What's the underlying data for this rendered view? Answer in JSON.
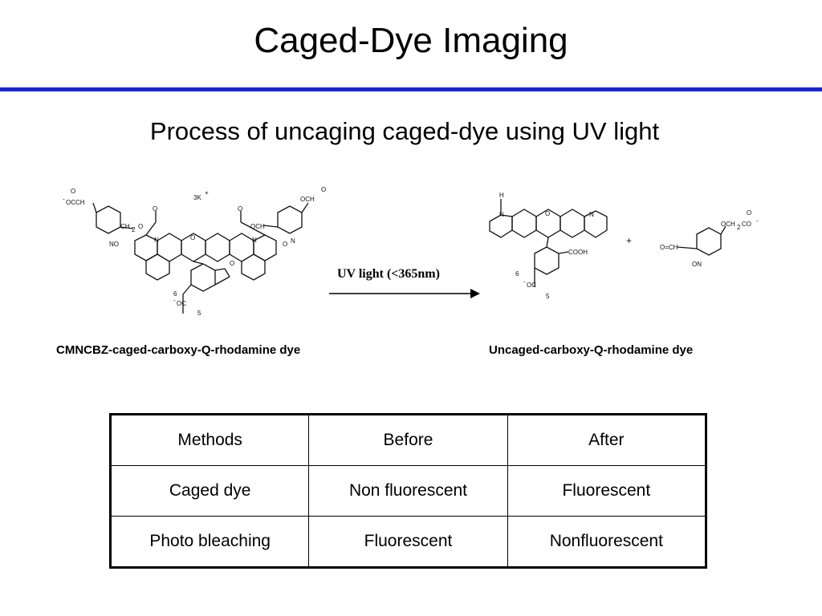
{
  "header": {
    "title": "Caged-Dye Imaging"
  },
  "subtitle": "Process of uncaging caged-dye using UV light",
  "reaction": {
    "condition": "UV light (<365nm)",
    "reactant_name": "CMNCBZ-caged-carboxy-Q-rhodamine dye",
    "product_name": "Uncaged-carboxy-Q-rhodamine dye"
  },
  "structure_labels": {
    "left": {
      "counter_ion": "3K",
      "counter_ion_charge": "+",
      "ring_o": "O",
      "n_left": "N",
      "n_right": "N",
      "ch2_left": "CH",
      "ch2_right": "OCH",
      "sub_2": "2",
      "carbonyl_o": "O",
      "ester_o": "O",
      "lactone_o": "O",
      "nitro_left": "NO",
      "nitro_right": "O",
      "nitro_n": "N",
      "acid_left": "OCCH",
      "acid_right": "OCH",
      "acid_o_top": "O",
      "minus": "-",
      "carboxylate": "OC",
      "pos_6": "6",
      "pos_5": "5"
    },
    "right": {
      "nh": "H",
      "n_left": "N",
      "n_right": "N",
      "ring_o": "O",
      "cooh": "COOH",
      "carboxylate": "OC",
      "minus": "-",
      "pos_6": "6",
      "pos_5": "5",
      "plus": "+",
      "aldehyde": "O=CH",
      "ch2": "OCH",
      "co": "CO",
      "sub_2": "2",
      "on": "ON",
      "o_top": "O"
    }
  },
  "table": {
    "rows": [
      [
        "Methods",
        "Before",
        "After"
      ],
      [
        "Caged dye",
        "Non fluorescent",
        "Fluorescent"
      ],
      [
        "Photo bleaching",
        "Fluorescent",
        "Nonfluorescent"
      ]
    ]
  },
  "colors": {
    "rule": "#1a23d6"
  }
}
